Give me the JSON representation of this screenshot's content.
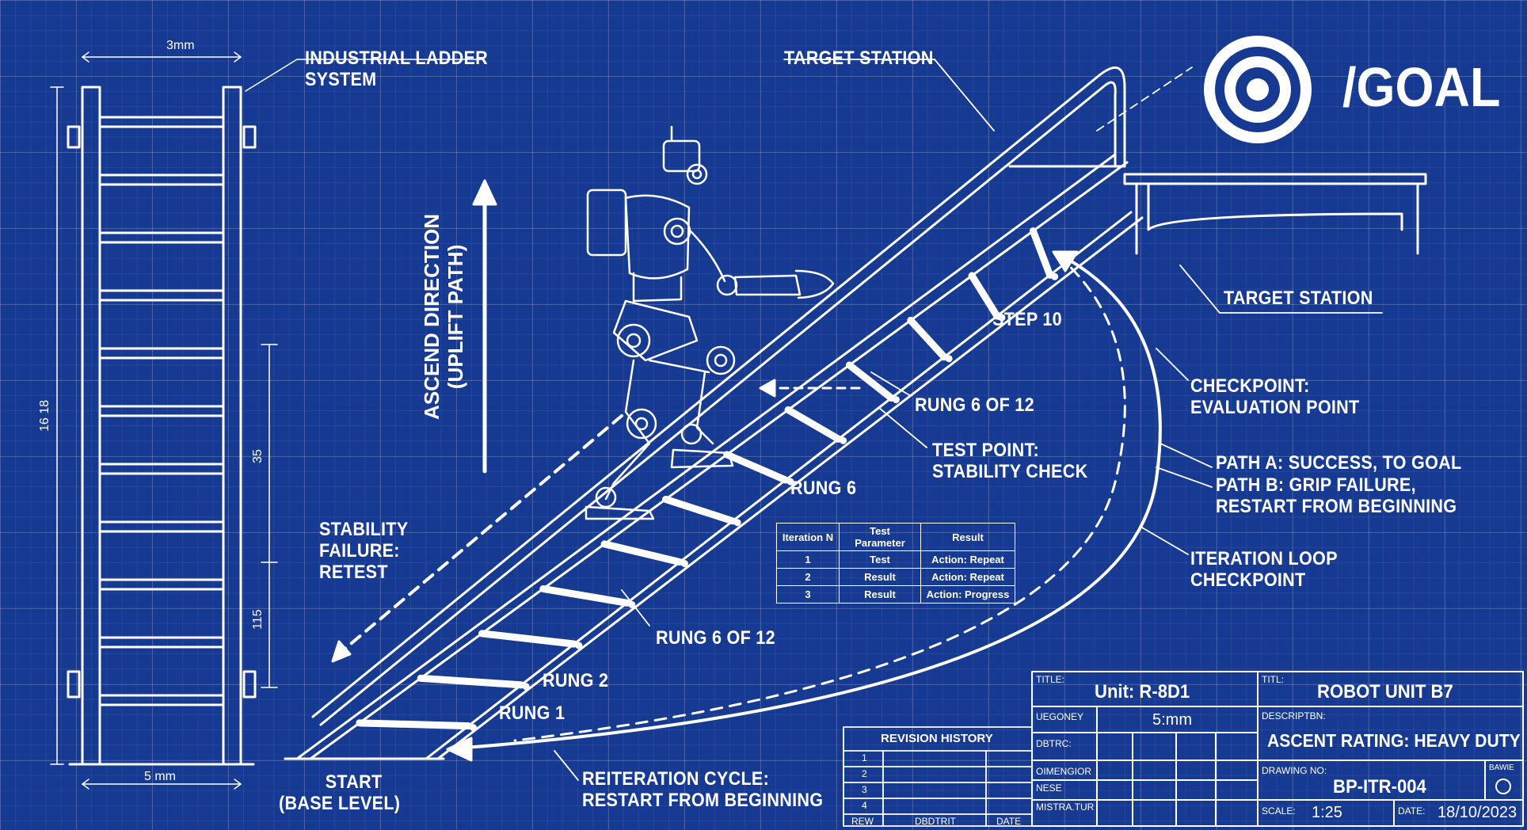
{
  "header": {
    "goal_label": "/GOAL"
  },
  "labels": {
    "industrial_ladder": [
      "INDUSTRIAL LADDER",
      "SYSTEM"
    ],
    "target_station_top": "TARGET STATION",
    "target_station_right": "TARGET STATION",
    "ascend_direction": [
      "ASCEND DIRECTION",
      "(UPLIFT PATH)"
    ],
    "step_10": "STEP 10",
    "rung_6_of_12_upper": "RUNG 6 OF 12",
    "test_point": [
      "TEST POINT:",
      "STABILITY CHECK"
    ],
    "rung_6": "RUNG 6",
    "stability_failure": [
      "STABILITY",
      "FAILURE:",
      "RETEST"
    ],
    "rung_6_of_12_lower": "RUNG 6 OF 12",
    "rung_2": "RUNG 2",
    "rung_1": "RUNG 1",
    "start": [
      "START",
      "(BASE LEVEL)"
    ],
    "reiteration_cycle": [
      "REITERATION CYCLE:",
      "RESTART FROM BEGINNING"
    ],
    "checkpoint_eval": [
      "CHECKPOINT:",
      "EVALUATION POINT"
    ],
    "path_a": "PATH A: SUCCESS, TO GOAL",
    "path_b": [
      "PATH B: GRIP FAILURE,",
      "RESTART FROM BEGINNING"
    ],
    "iteration_loop": [
      "ITERATION LOOP",
      "CHECKPOINT"
    ]
  },
  "dimensions": {
    "top_width": "3mm",
    "bottom_width": "5 mm",
    "height": "16 18",
    "segment_upper": "35",
    "segment_lower": "115"
  },
  "iteration_table": {
    "headers": [
      "Iteration N",
      "Test Parameter",
      "Result"
    ],
    "rows": [
      [
        "1",
        "Test",
        "Action: Repeat"
      ],
      [
        "2",
        "Result",
        "Action: Repeat"
      ],
      [
        "3",
        "Result",
        "Action: Progress"
      ]
    ]
  },
  "revision_history": {
    "title": "REVISION HISTORY",
    "rows": [
      "1",
      "2",
      "3",
      "4"
    ],
    "footer": [
      "REW",
      "DBDTRIT",
      "DATE"
    ]
  },
  "title_block": {
    "title_caption": "TITLE:",
    "title_value": "Unit: R-8D1",
    "uegoney_label": "UEGONEY",
    "uegoney_value": "5:mm",
    "dbtrc_label": "DBTRC:",
    "oimengior_label": "OIMENGIOR",
    "nese_label": "NESE",
    "mistra_label": "MISTRA.TUR",
    "titl_caption": "TITL:",
    "titl_value": "ROBOT UNIT B7",
    "description_caption": "DESCRIPTBN:",
    "description_value": "ASCENT RATING: HEAVY DUTY",
    "drawing_caption": "DRAWING NO:",
    "drawing_value": "BP-ITR-004",
    "bawie_label": "BAWIE",
    "scale_caption": "SCALE:",
    "scale_value": "1:25",
    "date_caption": "DATE:",
    "date_value": "18/10/2023"
  },
  "colors": {
    "background": "#163a92",
    "line": "#ffffff"
  }
}
